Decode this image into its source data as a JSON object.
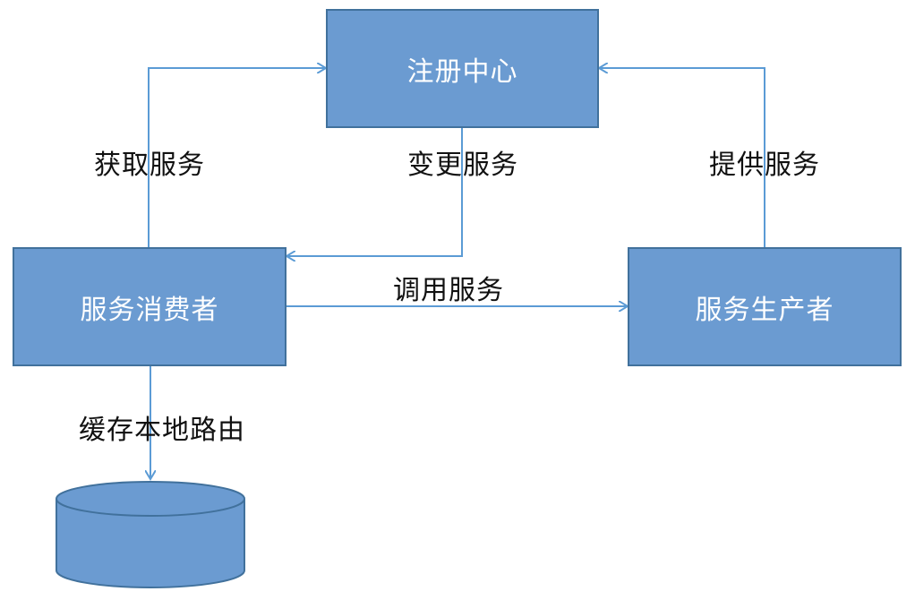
{
  "diagram": {
    "nodes": {
      "registry": "注册中心",
      "consumer": "服务消费者",
      "producer": "服务生产者",
      "cache_store": ""
    },
    "edges": {
      "get_service": "获取服务",
      "change_service": "变更服务",
      "provide_service": "提供服务",
      "invoke_service": "调用服务",
      "cache_local_route": "缓存本地路由"
    },
    "colors": {
      "node_fill": "#6b9bd1",
      "node_border": "#41719c",
      "edge": "#5b9bd5",
      "text": "#111111"
    }
  }
}
